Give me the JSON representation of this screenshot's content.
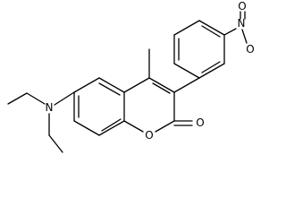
{
  "molecule": {
    "atoms": {
      "nitro_n": "N",
      "nitro_o_double": "O",
      "nitro_o_single": "O",
      "amine_n": "N",
      "ring_o": "O",
      "carbonyl_o": "O"
    },
    "colors": {
      "bond": "#000000",
      "label": "#000000",
      "background": "#ffffff"
    }
  }
}
